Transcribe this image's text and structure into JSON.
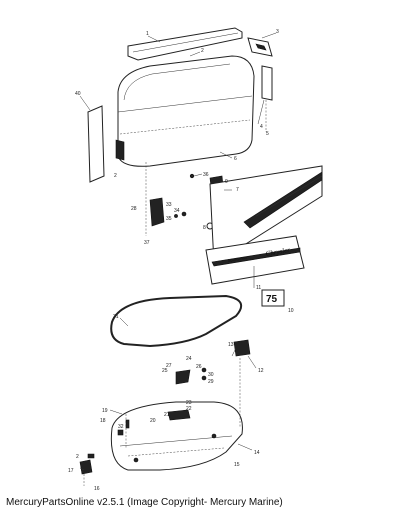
{
  "caption": "MercuryPartsOnline v2.5.1 (Image Copyright- Mercury Marine)",
  "decal": {
    "brand": "Chrysler",
    "series": "Sportsman",
    "hp": "75"
  },
  "callouts": [
    {
      "id": "c1",
      "text": "1"
    },
    {
      "id": "c2",
      "text": "2"
    },
    {
      "id": "c3",
      "text": "3"
    },
    {
      "id": "c40",
      "text": "40"
    },
    {
      "id": "c4",
      "text": "4"
    },
    {
      "id": "c5",
      "text": "5"
    },
    {
      "id": "c6",
      "text": "6"
    },
    {
      "id": "c2b",
      "text": "2"
    },
    {
      "id": "c36",
      "text": "36"
    },
    {
      "id": "c9",
      "text": "9"
    },
    {
      "id": "c7",
      "text": "7"
    },
    {
      "id": "c28",
      "text": "28"
    },
    {
      "id": "c33",
      "text": "33"
    },
    {
      "id": "c34",
      "text": "34"
    },
    {
      "id": "c35",
      "text": "35"
    },
    {
      "id": "c8",
      "text": "8"
    },
    {
      "id": "c37",
      "text": "37"
    },
    {
      "id": "c11",
      "text": "11"
    },
    {
      "id": "c10",
      "text": "10"
    },
    {
      "id": "c31",
      "text": "31"
    },
    {
      "id": "c13",
      "text": "13"
    },
    {
      "id": "c12",
      "text": "12"
    },
    {
      "id": "c27",
      "text": "27"
    },
    {
      "id": "c24",
      "text": "24"
    },
    {
      "id": "c25",
      "text": "25"
    },
    {
      "id": "c26",
      "text": "26"
    },
    {
      "id": "c30",
      "text": "30"
    },
    {
      "id": "c29",
      "text": "29"
    },
    {
      "id": "c19",
      "text": "19"
    },
    {
      "id": "c18",
      "text": "18"
    },
    {
      "id": "c32",
      "text": "32"
    },
    {
      "id": "c20",
      "text": "20"
    },
    {
      "id": "c23",
      "text": "23"
    },
    {
      "id": "c22",
      "text": "22"
    },
    {
      "id": "c21",
      "text": "21"
    },
    {
      "id": "c14",
      "text": "14"
    },
    {
      "id": "c15",
      "text": "15"
    },
    {
      "id": "c16",
      "text": "16"
    },
    {
      "id": "c17",
      "text": "17"
    },
    {
      "id": "c2c",
      "text": "2"
    }
  ]
}
